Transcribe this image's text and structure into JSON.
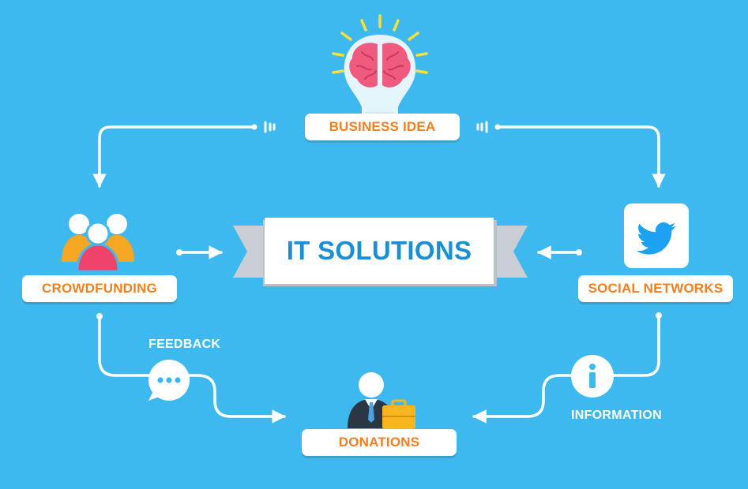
{
  "center": {
    "title": "IT SOLUTIONS"
  },
  "nodes": {
    "business_idea": "BUSINESS IDEA",
    "crowdfunding": "CROWDFUNDING",
    "social_networks": "SOCIAL NETWORKS",
    "donations": "DONATIONS"
  },
  "annotations": {
    "feedback": "FEEDBACK",
    "information": "INFORMATION"
  },
  "icons": {
    "brain": "brain-lightbulb-icon",
    "people": "people-group-icon",
    "twitter": "twitter-bird-icon",
    "chat": "chat-bubble-icon",
    "info": "info-icon",
    "businessman": "businessman-briefcase-icon"
  },
  "colors": {
    "background": "#3db9f0",
    "label_text": "#f47f20",
    "title_text": "#1b8fd6",
    "twitter_blue": "#1da1f2",
    "brain_pink": "#f05a7e",
    "ray_yellow": "#ffe033",
    "people_orange": "#f5a623",
    "people_pink": "#f0436b",
    "briefcase_yellow": "#f7b51e"
  }
}
